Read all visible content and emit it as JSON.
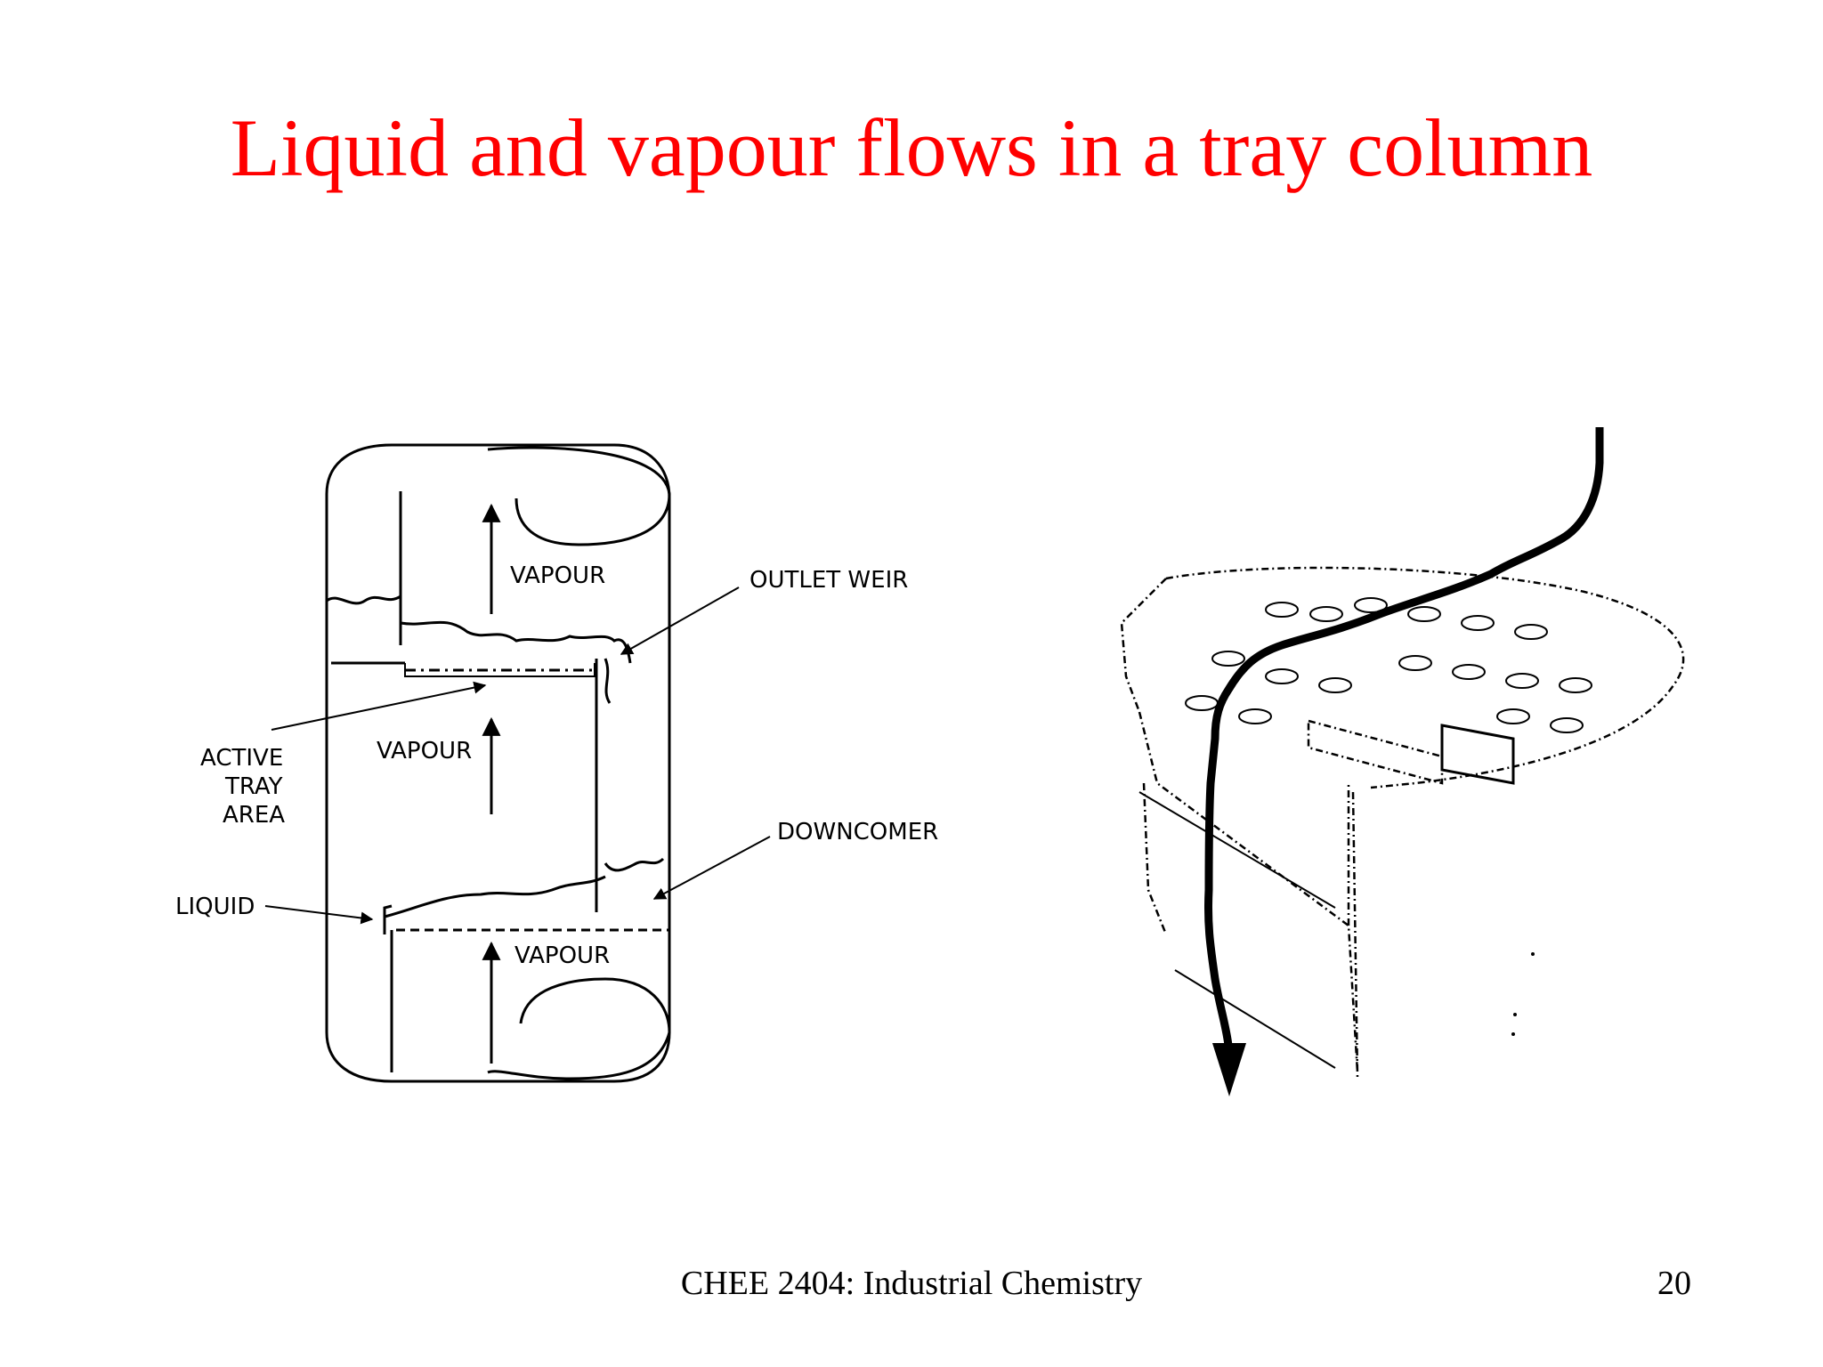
{
  "slide": {
    "title": "Liquid and vapour flows in a tray column",
    "footer": "CHEE 2404: Industrial Chemistry",
    "page_number": "20"
  },
  "diagram_left": {
    "labels": {
      "vapour_top": "VAPOUR",
      "vapour_middle": "VAPOUR",
      "vapour_bottom": "VAPOUR",
      "outlet_weir": "OUTLET WEIR",
      "active_tray_area_line1": "ACTIVE",
      "active_tray_area_line2": "TRAY",
      "active_tray_area_line3": "AREA",
      "downcomer": "DOWNCOMER",
      "liquid": "LIQUID"
    }
  }
}
